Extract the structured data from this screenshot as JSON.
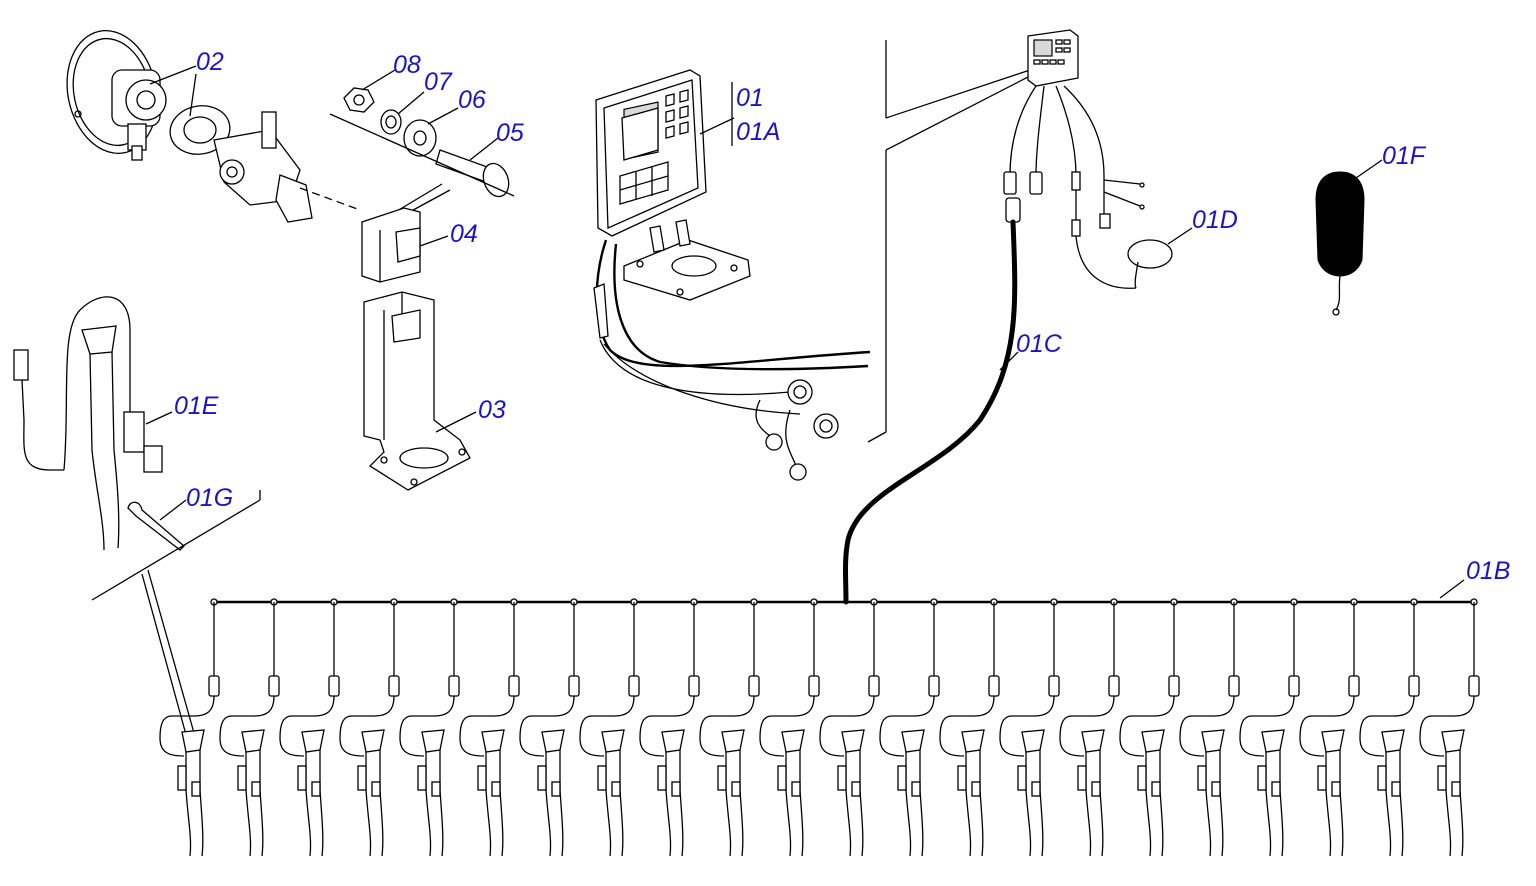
{
  "diagram": {
    "labels": {
      "p02": "02",
      "p08": "08",
      "p07": "07",
      "p06": "06",
      "p05": "05",
      "p04": "04",
      "p03": "03",
      "p01": "01",
      "p01A": "01A",
      "p01B": "01B",
      "p01C": "01C",
      "p01D": "01D",
      "p01E": "01E",
      "p01F": "01F",
      "p01G": "01G"
    },
    "sensor_count": 22,
    "colors": {
      "label": "#1a14c8",
      "line": "#000000"
    }
  }
}
